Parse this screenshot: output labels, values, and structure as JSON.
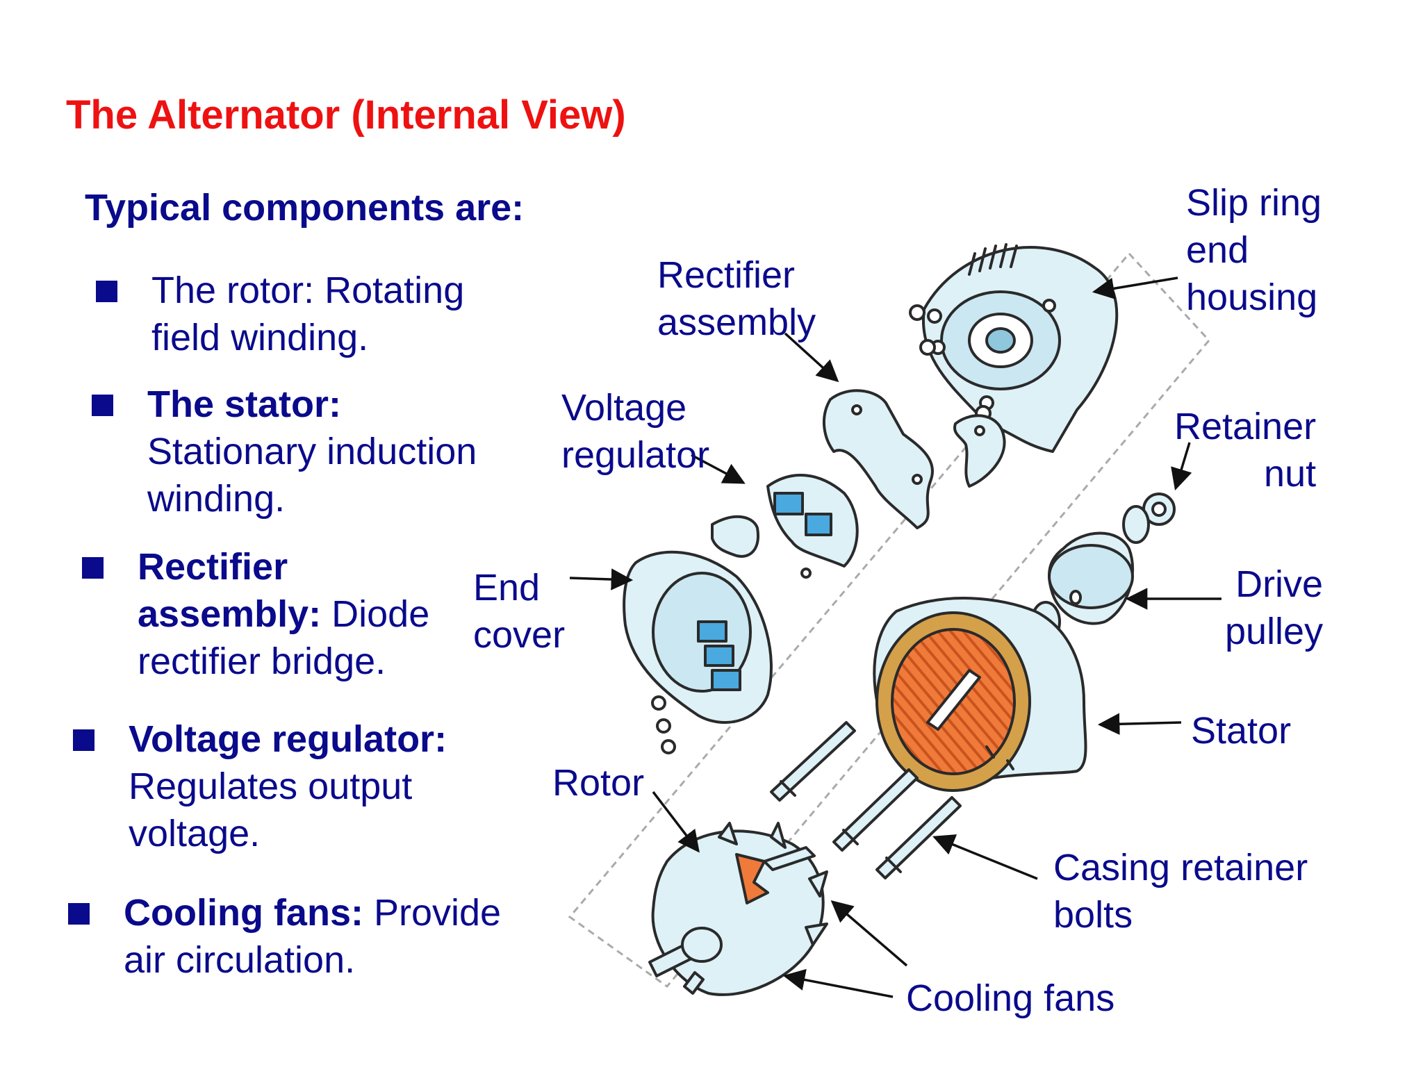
{
  "slide": {
    "title": "The Alternator (Internal View)",
    "subheading": "Typical components are:"
  },
  "bullets": [
    {
      "bold_lead": "",
      "text_lines": [
        "The rotor: Rotating",
        "field winding."
      ]
    },
    {
      "bold_lead": "The stator:",
      "text_lines": [
        "Stationary induction",
        "winding."
      ]
    },
    {
      "bold_lead": "Rectifier",
      "bold_lead_2": "assembly:",
      "text_lines": [
        " Diode",
        "rectifier bridge."
      ]
    },
    {
      "bold_lead": "Voltage regulator:",
      "text_lines": [
        "Regulates output",
        "voltage."
      ]
    },
    {
      "bold_lead": "Cooling fans:",
      "text_lines": [
        " Provide",
        "air circulation."
      ]
    }
  ],
  "diagram_labels": {
    "slip_ring": [
      "Slip ring",
      "end",
      "housing"
    ],
    "rectifier": [
      "Rectifier",
      "assembly"
    ],
    "voltage_regulator": [
      "Voltage",
      "regulator"
    ],
    "retainer_nut": [
      "Retainer",
      "nut"
    ],
    "end_cover": [
      "End",
      "cover"
    ],
    "drive_pulley": [
      "Drive",
      "pulley"
    ],
    "stator": "Stator",
    "rotor": "Rotor",
    "casing_bolts": [
      "Casing retainer",
      "bolts"
    ],
    "cooling_fans": "Cooling fans"
  },
  "colors": {
    "title": "#ee1111",
    "text": "#0a0a8c",
    "part_fill": "#ddf1f7",
    "part_stroke": "#2a2a2a",
    "accent_blue": "#4aa9de",
    "winding_orange": "#f07a3a",
    "winding_gold": "#d4a04a"
  }
}
